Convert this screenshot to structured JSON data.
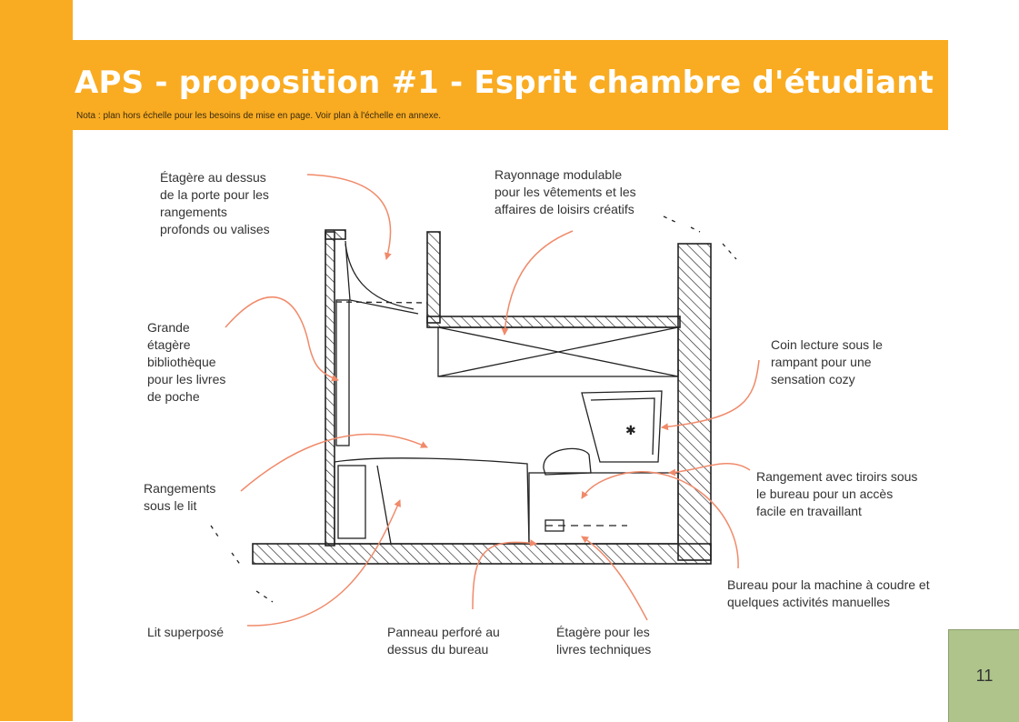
{
  "header": {
    "title": "APS - proposition #1 - Esprit chambre d'étudiant",
    "note": "Nota : plan hors échelle pour les besoins de mise en page. Voir plan à l'échelle en annexe."
  },
  "annotations": {
    "shelf_above_door": [
      "Étagère au dessus",
      "de la porte pour les",
      "rangements",
      "profonds ou valises"
    ],
    "modular_shelving": [
      "Rayonnage modulable",
      "pour les vêtements et les",
      "affaires de loisirs créatifs"
    ],
    "bookcase": [
      "Grande",
      "étagère",
      "bibliothèque",
      "pour les livres",
      "de poche"
    ],
    "reading_corner": [
      "Coin lecture sous le",
      "rampant pour une",
      "sensation cozy"
    ],
    "under_bed_storage": [
      "Rangements",
      "sous le lit"
    ],
    "drawer_storage": [
      "Rangement avec tiroirs sous",
      "le bureau pour un accès",
      "facile en travaillant"
    ],
    "sewing_desk": [
      "Bureau pour la machine à coudre et",
      "quelques activités manuelles"
    ],
    "bunk_bed": [
      "Lit superposé"
    ],
    "pegboard": [
      "Panneau perforé au",
      "dessus du bureau"
    ],
    "technical_books": [
      "Étagère pour les",
      "livres techniques"
    ]
  },
  "page": {
    "number": "11"
  },
  "colors": {
    "accent": "#F9AC22",
    "arrow": "#F08A6A",
    "page_box": "#AEC48A"
  }
}
